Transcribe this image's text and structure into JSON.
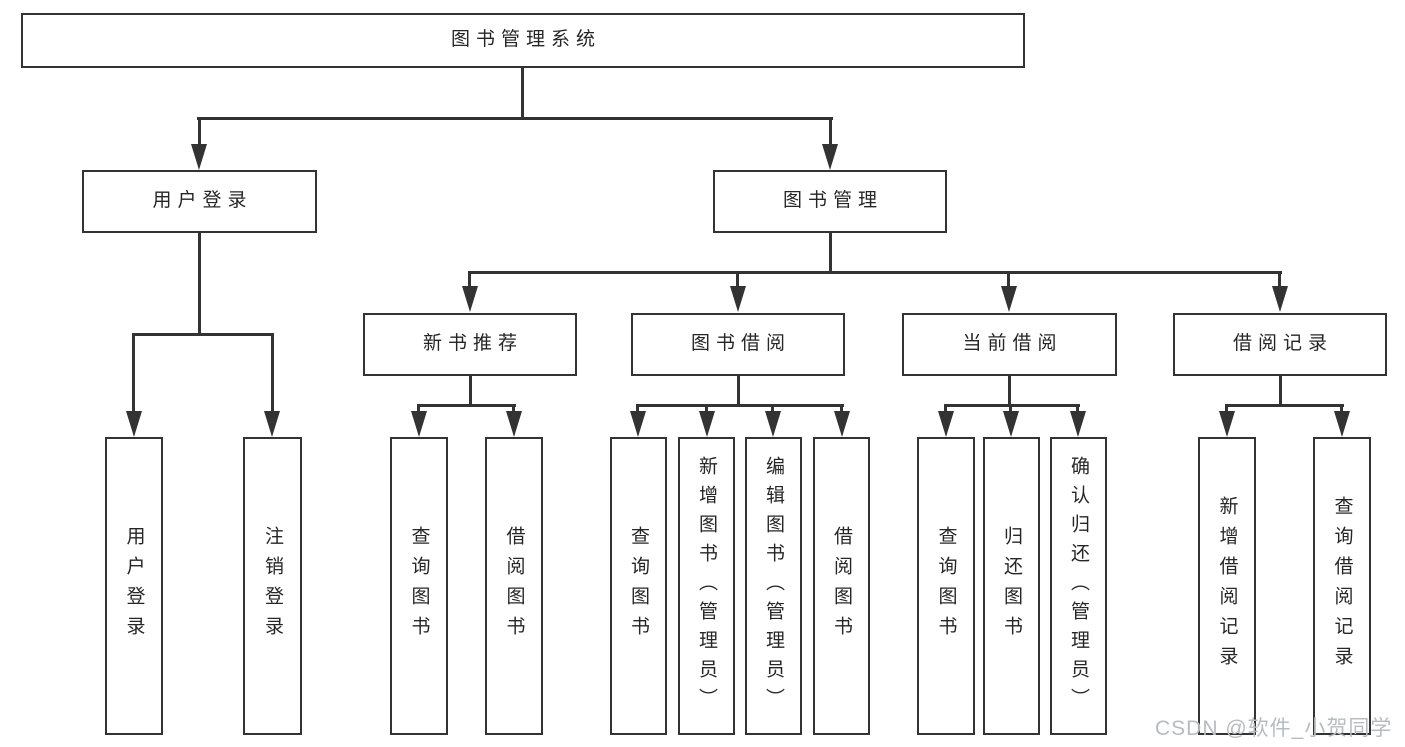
{
  "tree": {
    "root": {
      "label": "图书管理系统",
      "children": [
        {
          "label": "用户登录",
          "children": [
            {
              "label": "用户登录"
            },
            {
              "label": "注销登录"
            }
          ]
        },
        {
          "label": "图书管理",
          "children": [
            {
              "label": "新书推荐",
              "children": [
                {
                  "label": "查询图书"
                },
                {
                  "label": "借阅图书"
                }
              ]
            },
            {
              "label": "图书借阅",
              "children": [
                {
                  "label": "查询图书"
                },
                {
                  "label": "新增图书（管理员）"
                },
                {
                  "label": "编辑图书（管理员）"
                },
                {
                  "label": "借阅图书"
                }
              ]
            },
            {
              "label": "当前借阅",
              "children": [
                {
                  "label": "查询图书"
                },
                {
                  "label": "归还图书"
                },
                {
                  "label": "确认归还（管理员）"
                }
              ]
            },
            {
              "label": "借阅记录",
              "children": [
                {
                  "label": "新增借阅记录"
                },
                {
                  "label": "查询借阅记录"
                }
              ]
            }
          ]
        }
      ]
    }
  },
  "watermark": {
    "text": "CSDN @软件_小贺同学"
  },
  "colors": {
    "line": "#333333",
    "box_border": "#333333",
    "box_fill": "#ffffff",
    "text": "#262626",
    "watermark": "#b7bcc2"
  }
}
